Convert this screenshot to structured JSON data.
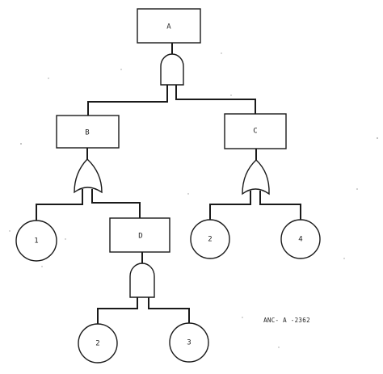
{
  "events": {
    "A": "A",
    "B": "B",
    "C": "C",
    "D": "D"
  },
  "basic_events": {
    "b1": "1",
    "b2a": "2",
    "b4": "4",
    "b2b": "2",
    "b3": "3"
  },
  "figure_ref": "ANC- A -2362"
}
